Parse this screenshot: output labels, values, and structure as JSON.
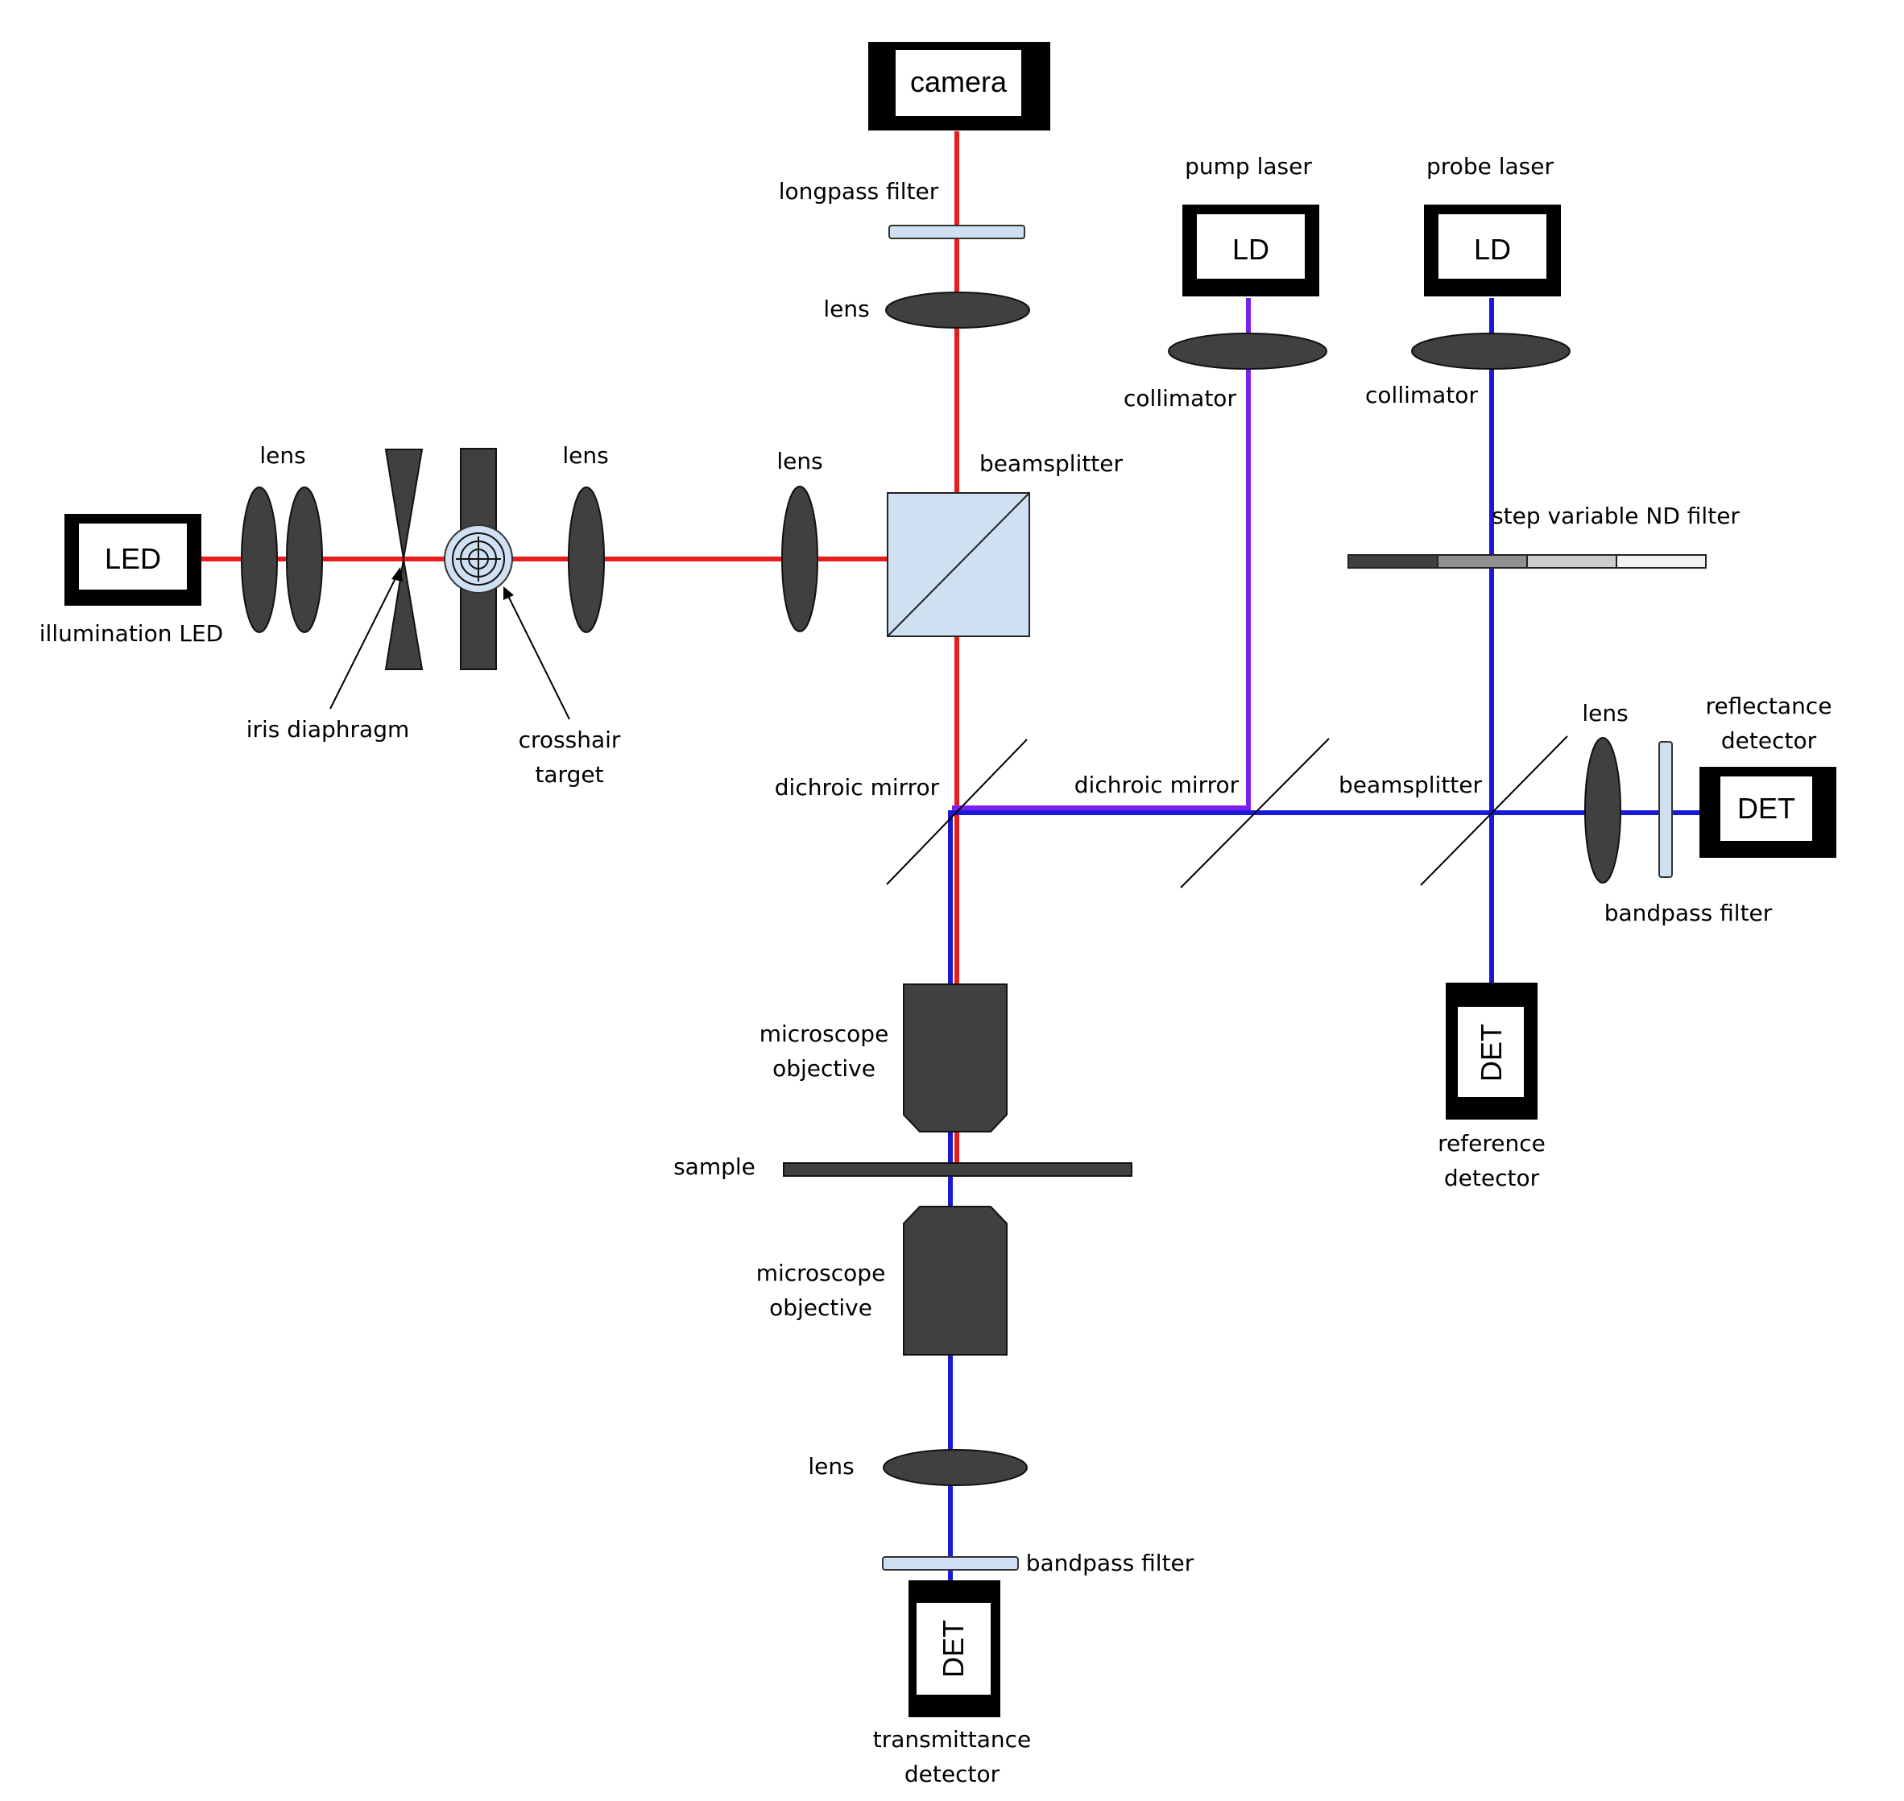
{
  "colors": {
    "red_beam": "#e81c1c",
    "blue_beam": "#1a1ad6",
    "violet_beam": "#7a1ff0",
    "component_fill": "#404040",
    "glass_fill": "#cfe0f2"
  },
  "devices": {
    "camera": "camera",
    "pump_ld": "LD",
    "probe_ld": "LD",
    "led": "LED",
    "reflectance_det": "DET",
    "reference_det": "DET",
    "transmittance_det": "DET"
  },
  "labels": {
    "longpass_filter": "longpass filter",
    "lens_camera": "lens",
    "pump_laser": "pump laser",
    "probe_laser": "probe laser",
    "collimator_pump": "collimator",
    "collimator_probe": "collimator",
    "lens_led_pair": "lens",
    "lens_after_target": "lens",
    "lens_before_bs": "lens",
    "beamsplitter_cube": "beamsplitter",
    "step_nd_filter": "step variable ND filter",
    "illumination_led": "illumination LED",
    "iris_diaphragm": "iris diaphragm",
    "crosshair_target_1": "crosshair",
    "crosshair_target_2": "target",
    "lens_reflectance": "lens",
    "reflectance_detector_1": "reflectance",
    "reflectance_detector_2": "detector",
    "dichroic_mirror_1": "dichroic mirror",
    "dichroic_mirror_2": "dichroic mirror",
    "beamsplitter_plate": "beamsplitter",
    "bandpass_filter_refl": "bandpass filter",
    "microscope_objective_top_1": "microscope",
    "microscope_objective_top_2": "objective",
    "reference_detector_1": "reference",
    "reference_detector_2": "detector",
    "sample": "sample",
    "microscope_objective_bottom_1": "microscope",
    "microscope_objective_bottom_2": "objective",
    "lens_transmittance": "lens",
    "bandpass_filter_trans": "bandpass filter",
    "transmittance_detector_1": "transmittance",
    "transmittance_detector_2": "detector"
  }
}
